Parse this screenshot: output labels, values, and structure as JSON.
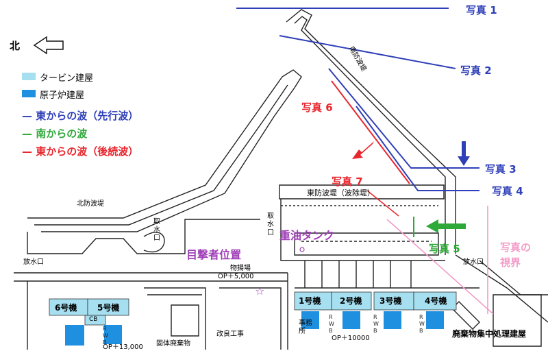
{
  "north": "北",
  "legend": {
    "turbine": "タービン建屋",
    "reactor": "原子炉建屋",
    "wave_east_lead": "— 東からの波（先行波）",
    "wave_south": "— 南からの波",
    "wave_east_follow": "— 東からの波（後続波）"
  },
  "photos": {
    "p1": "写真 1",
    "p2": "写真 2",
    "p3": "写真 3",
    "p4": "写真 4",
    "p5": "写真 5",
    "p6": "写真 6",
    "p7": "写真 7",
    "view_limit_1": "写真の",
    "view_limit_2": "視界"
  },
  "labels": {
    "south_breakwater": "南防波堤",
    "north_breakwater": "北防波堤",
    "east_breakwater": "東防波堤（波除堤）",
    "intake_left": "取水口",
    "intake_mid": "取水口",
    "outlet_left": "放水口",
    "outlet_right": "放水口",
    "oil_tank": "重油タンク",
    "witness": "目撃者位置",
    "storage": "物揚場",
    "op_level_1": "OP＋5,000",
    "op_level_2": "OP＋10000",
    "op_level_3": "OP＋13,000",
    "waste_bldg": "廃棄物集中処理建屋",
    "office": "事務所",
    "improvement_office": "改良工事",
    "solid_waste": "固体廃棄物",
    "shared_bldg": "CB"
  },
  "units": {
    "u6": "6号機",
    "u5": "5号機",
    "u1": "1号機",
    "u2": "2号機",
    "u3": "3号機",
    "u4": "4号機"
  },
  "colors": {
    "turbine": "#a6dff0",
    "reactor": "#1f8fe0",
    "blue": "#2e3fb8",
    "green": "#2fa83a",
    "red": "#e8262e",
    "purple": "#a040b8",
    "pink": "#f29cc8"
  }
}
